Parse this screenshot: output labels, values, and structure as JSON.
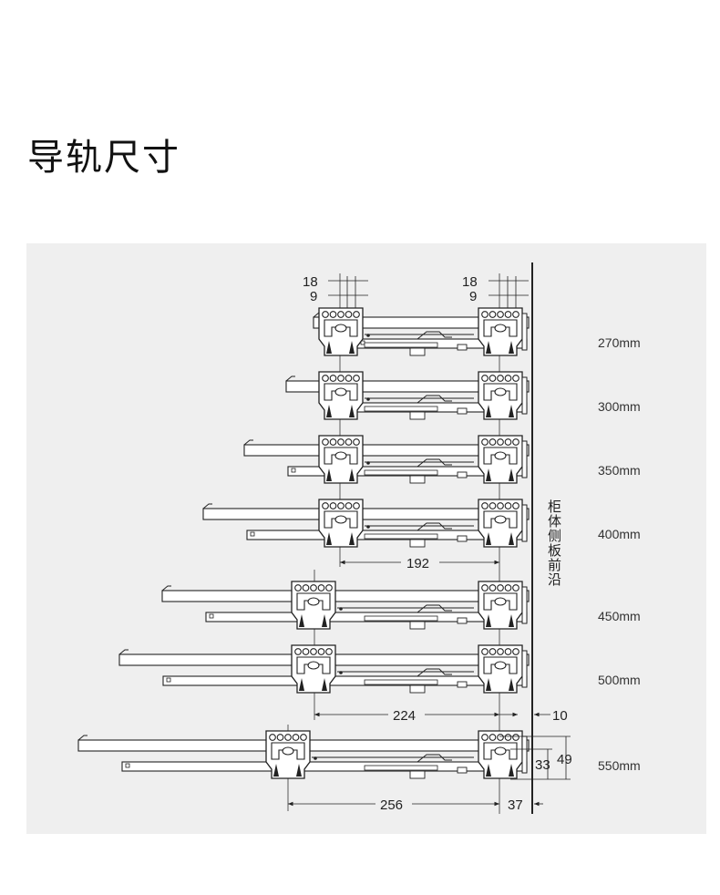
{
  "title": "导轨尺寸",
  "side_label": "柜体侧板前沿",
  "colors": {
    "panel_bg": "#efefef",
    "line": "#222222",
    "rail_fill": "#ffffff"
  },
  "rails": [
    {
      "length_label": "270mm"
    },
    {
      "length_label": "300mm"
    },
    {
      "length_label": "350mm"
    },
    {
      "length_label": "400mm"
    },
    {
      "length_label": "450mm"
    },
    {
      "length_label": "500mm"
    },
    {
      "length_label": "550mm"
    }
  ],
  "dimensions": {
    "top_left_outer": "18",
    "top_left_inner": "9",
    "top_right_outer": "18",
    "top_right_inner": "9",
    "span_a": "192",
    "span_b": "224",
    "span_c": "256",
    "front_offset": "10",
    "rear_offset": "37",
    "height_inner": "33",
    "height_outer": "49"
  }
}
